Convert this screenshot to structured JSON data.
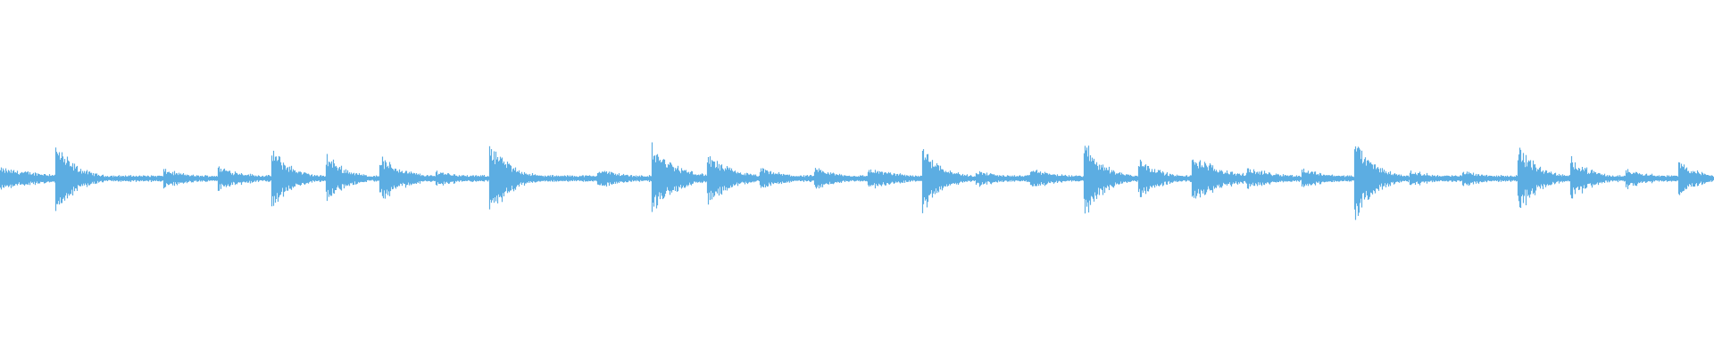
{
  "waveform": {
    "color": "#5dade2",
    "background": "#ffffff",
    "baseline_amplitude": 0.03,
    "transients": [
      {
        "t": 0.0,
        "peak": 0.1,
        "decay": 0.06
      },
      {
        "t": 0.032,
        "peak": 0.34,
        "decay": 0.02
      },
      {
        "t": 0.095,
        "peak": 0.09,
        "decay": 0.03
      },
      {
        "t": 0.127,
        "peak": 0.12,
        "decay": 0.03
      },
      {
        "t": 0.158,
        "peak": 0.3,
        "decay": 0.02
      },
      {
        "t": 0.19,
        "peak": 0.24,
        "decay": 0.02
      },
      {
        "t": 0.221,
        "peak": 0.22,
        "decay": 0.025
      },
      {
        "t": 0.254,
        "peak": 0.08,
        "decay": 0.03
      },
      {
        "t": 0.285,
        "peak": 0.38,
        "decay": 0.02
      },
      {
        "t": 0.348,
        "peak": 0.1,
        "decay": 0.03
      },
      {
        "t": 0.38,
        "peak": 0.32,
        "decay": 0.025
      },
      {
        "t": 0.412,
        "peak": 0.24,
        "decay": 0.025
      },
      {
        "t": 0.443,
        "peak": 0.1,
        "decay": 0.03
      },
      {
        "t": 0.475,
        "peak": 0.1,
        "decay": 0.03
      },
      {
        "t": 0.506,
        "peak": 0.1,
        "decay": 0.04
      },
      {
        "t": 0.538,
        "peak": 0.32,
        "decay": 0.02
      },
      {
        "t": 0.569,
        "peak": 0.08,
        "decay": 0.03
      },
      {
        "t": 0.601,
        "peak": 0.1,
        "decay": 0.03
      },
      {
        "t": 0.632,
        "peak": 0.36,
        "decay": 0.02
      },
      {
        "t": 0.664,
        "peak": 0.22,
        "decay": 0.02
      },
      {
        "t": 0.695,
        "peak": 0.24,
        "decay": 0.03
      },
      {
        "t": 0.727,
        "peak": 0.1,
        "decay": 0.04
      },
      {
        "t": 0.759,
        "peak": 0.1,
        "decay": 0.03
      },
      {
        "t": 0.79,
        "peak": 0.38,
        "decay": 0.02
      },
      {
        "t": 0.822,
        "peak": 0.08,
        "decay": 0.03
      },
      {
        "t": 0.853,
        "peak": 0.08,
        "decay": 0.03
      },
      {
        "t": 0.885,
        "peak": 0.34,
        "decay": 0.02
      },
      {
        "t": 0.916,
        "peak": 0.22,
        "decay": 0.02
      },
      {
        "t": 0.948,
        "peak": 0.1,
        "decay": 0.03
      },
      {
        "t": 0.979,
        "peak": 0.18,
        "decay": 0.02
      }
    ]
  }
}
